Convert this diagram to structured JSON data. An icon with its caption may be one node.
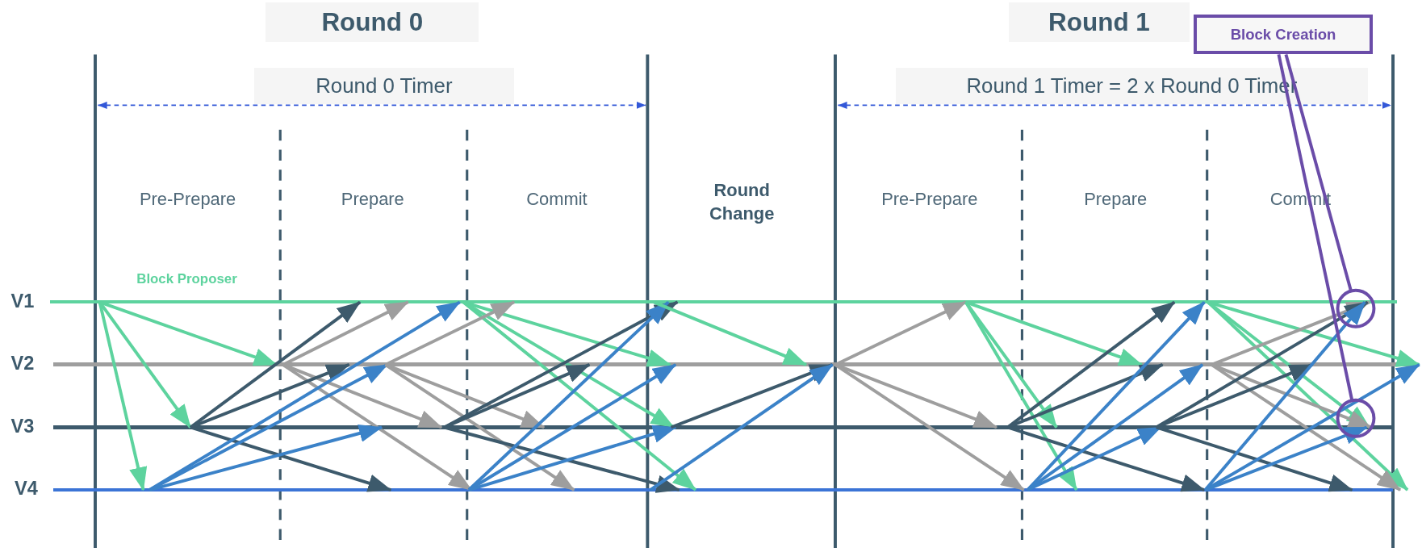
{
  "diagram": {
    "nodes": [
      {
        "text": [],
        "shape": "bar",
        "beside": [
          "V1"
        ]
      },
      {
        "text": [],
        "shape": "bar",
        "beside": [
          "V2"
        ]
      },
      {
        "text": [],
        "shape": "bar",
        "beside": [
          "V3"
        ]
      },
      {
        "text": [],
        "shape": "bar",
        "beside": [
          "V4"
        ]
      },
      {
        "text": [
          "Block Creation"
        ]
      }
    ],
    "edges": [
      {
        "from": 0,
        "to": 1,
        "arrow": "to",
        "color": "#5dd39e"
      },
      {
        "from": 0,
        "to": 2,
        "arrow": "to",
        "color": "#5dd39e"
      },
      {
        "from": 0,
        "to": 3,
        "arrow": "to",
        "color": "#5dd39e"
      },
      {
        "from": 1,
        "to": 0,
        "arrow": "to",
        "color": "#9e9e9e"
      },
      {
        "from": 1,
        "to": 2,
        "arrow": "to",
        "color": "#9e9e9e"
      },
      {
        "from": 1,
        "to": 3,
        "arrow": "to",
        "color": "#9e9e9e"
      },
      {
        "from": 2,
        "to": 0,
        "arrow": "to",
        "color": "#3d5a6c"
      },
      {
        "from": 2,
        "to": 1,
        "arrow": "to",
        "color": "#3d5a6c"
      },
      {
        "from": 2,
        "to": 3,
        "arrow": "to",
        "color": "#3d5a6c"
      },
      {
        "from": 3,
        "to": 0,
        "arrow": "to",
        "color": "#3b82c8"
      },
      {
        "from": 3,
        "to": 1,
        "arrow": "to",
        "color": "#3b82c8"
      },
      {
        "from": 3,
        "to": 2,
        "arrow": "to",
        "color": "#3b82c8"
      },
      {
        "from": 0,
        "to": 1,
        "arrow": "to",
        "color": "#5dd39e"
      },
      {
        "from": 0,
        "to": 2,
        "arrow": "to",
        "color": "#5dd39e"
      },
      {
        "from": 0,
        "to": 3,
        "arrow": "to",
        "color": "#5dd39e"
      },
      {
        "from": 1,
        "to": 0,
        "arrow": "to",
        "color": "#9e9e9e"
      },
      {
        "from": 1,
        "to": 2,
        "arrow": "to",
        "color": "#9e9e9e"
      },
      {
        "from": 1,
        "to": 3,
        "arrow": "to",
        "color": "#9e9e9e"
      },
      {
        "from": 2,
        "to": 0,
        "arrow": "to",
        "color": "#3d5a6c"
      },
      {
        "from": 2,
        "to": 1,
        "arrow": "to",
        "color": "#3d5a6c"
      },
      {
        "from": 2,
        "to": 3,
        "arrow": "to",
        "color": "#3d5a6c"
      },
      {
        "from": 3,
        "to": 0,
        "arrow": "to",
        "color": "#3b82c8"
      },
      {
        "from": 3,
        "to": 1,
        "arrow": "to",
        "color": "#3b82c8"
      },
      {
        "from": 3,
        "to": 2,
        "arrow": "to",
        "color": "#3b82c8"
      },
      {
        "from": 0,
        "to": 1,
        "arrow": "to",
        "color": "#5dd39e"
      },
      {
        "from": 2,
        "to": 1,
        "arrow": "to",
        "color": "#3d5a6c"
      },
      {
        "from": 3,
        "to": 1,
        "arrow": "to",
        "color": "#3b82c8"
      },
      {
        "from": 1,
        "to": 0,
        "arrow": "to",
        "color": "#9e9e9e"
      },
      {
        "from": 1,
        "to": 2,
        "arrow": "to",
        "color": "#9e9e9e"
      },
      {
        "from": 1,
        "to": 3,
        "arrow": "to",
        "color": "#9e9e9e"
      },
      {
        "from": 0,
        "to": 1,
        "arrow": "to",
        "color": "#5dd39e"
      },
      {
        "from": 0,
        "to": 2,
        "arrow": "to",
        "color": "#5dd39e"
      },
      {
        "from": 0,
        "to": 3,
        "arrow": "to",
        "color": "#5dd39e"
      },
      {
        "from": 2,
        "to": 0,
        "arrow": "to",
        "color": "#3d5a6c"
      },
      {
        "from": 2,
        "to": 1,
        "arrow": "to",
        "color": "#3d5a6c"
      },
      {
        "from": 2,
        "to": 3,
        "arrow": "to",
        "color": "#3d5a6c"
      },
      {
        "from": 3,
        "to": 0,
        "arrow": "to",
        "color": "#3b82c8"
      },
      {
        "from": 3,
        "to": 1,
        "arrow": "to",
        "color": "#3b82c8"
      },
      {
        "from": 3,
        "to": 2,
        "arrow": "to",
        "color": "#3b82c8"
      },
      {
        "from": 0,
        "to": 1,
        "arrow": "to",
        "color": "#5dd39e"
      },
      {
        "from": 0,
        "to": 2,
        "arrow": "to",
        "color": "#5dd39e"
      },
      {
        "from": 0,
        "to": 3,
        "arrow": "to",
        "color": "#5dd39e"
      },
      {
        "from": 1,
        "to": 0,
        "arrow": "to",
        "color": "#9e9e9e"
      },
      {
        "from": 1,
        "to": 2,
        "arrow": "to",
        "color": "#9e9e9e"
      },
      {
        "from": 1,
        "to": 3,
        "arrow": "to",
        "color": "#9e9e9e"
      },
      {
        "from": 2,
        "to": 0,
        "arrow": "to",
        "color": "#3d5a6c"
      },
      {
        "from": 2,
        "to": 1,
        "arrow": "to",
        "color": "#3d5a6c"
      },
      {
        "from": 2,
        "to": 3,
        "arrow": "to",
        "color": "#3d5a6c"
      },
      {
        "from": 3,
        "to": 0,
        "arrow": "to",
        "color": "#3b82c8"
      },
      {
        "from": 3,
        "to": 1,
        "arrow": "to",
        "color": "#3b82c8"
      },
      {
        "from": 3,
        "to": 2,
        "arrow": "to",
        "color": "#3b82c8"
      },
      {
        "from": 4,
        "to": 0,
        "arrow": "other",
        "color": "#6a4ca8"
      },
      {
        "from": 4,
        "to": 2,
        "arrow": "other",
        "color": "#6a4ca8"
      }
    ],
    "labels": [
      "Round 0",
      "Round 1",
      "Round 0 Timer",
      "Round 1 Timer = 2 x Round 0 Timer",
      "Pre-Prepare",
      "Prepare",
      "Commit",
      "Round Change",
      "Pre-Prepare",
      "Prepare",
      "Commit",
      "Block Proposer"
    ]
  }
}
